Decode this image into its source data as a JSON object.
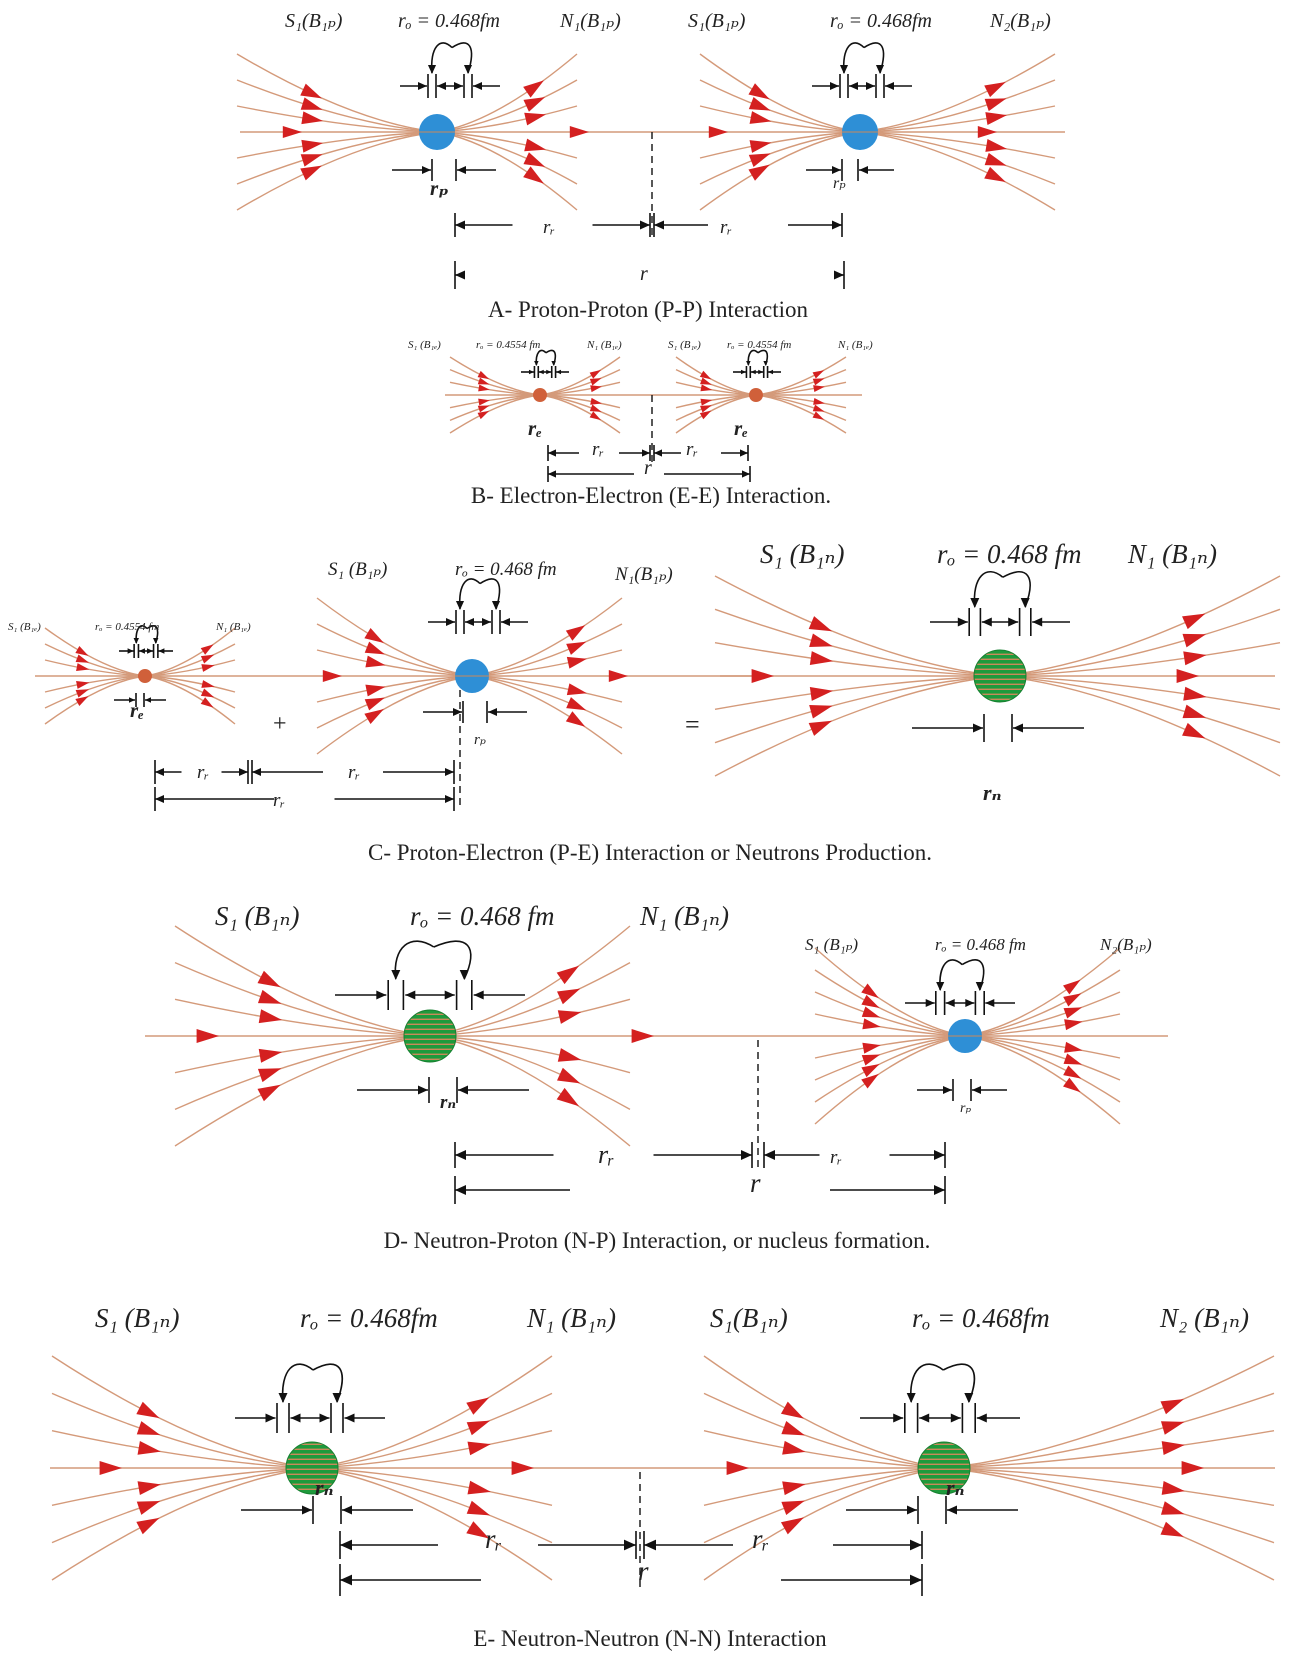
{
  "panels": {
    "a": {
      "caption": "A- Proton-Proton (P-P) Interaction",
      "left_s": "S₁(B₁ₚ)",
      "left_ro": "rₒ = 0.468fm",
      "left_n": "N₁(B₁ₚ)",
      "right_s": "S₁(B₁ₚ)",
      "right_ro": "rₒ = 0.468fm",
      "right_n": "N₂(B₁ₚ)",
      "left_radius": "rₚ",
      "right_radius": "rₚ",
      "half_left": "rᵣ",
      "half_right": "rᵣ",
      "total": "r"
    },
    "b": {
      "caption": "B- Electron-Electron (E-E) Interaction.",
      "left_s": "S₁ (B₁ₑ)",
      "left_ro": "rₒ = 0.4554 fm",
      "left_n": "N₁ (B₁ₑ)",
      "right_s": "S₁ (B₁ₑ)",
      "right_ro": "rₒ = 0.4554 fm",
      "right_n": "N₁ (B₁ₑ)",
      "left_radius": "rₑ",
      "right_radius": "rₑ",
      "half_left": "rᵣ",
      "half_right": "rᵣ",
      "total": "r"
    },
    "c": {
      "caption": "C- Proton-Electron (P-E) Interaction or Neutrons Production.",
      "e_s": "S₁ (B₁ₑ)",
      "e_ro": "rₒ = 0.4554 fm",
      "e_n": "N₁ (B₁ₑ)",
      "e_radius": "rₑ",
      "plus": "+",
      "p_s": "S₁ (B₁ₚ)",
      "p_ro": "rₒ = 0.468 fm",
      "p_n": "N₁(B₁ₚ)",
      "p_radius": "rₚ",
      "equals": "=",
      "n_s": "S₁ (B₁ₙ)",
      "n_ro": "rₒ = 0.468  fm",
      "n_n": "N₁ (B₁ₙ)",
      "n_radius": "rₙ",
      "half_left": "rᵣ",
      "half_right": "rᵣ",
      "total": "rᵣ"
    },
    "d": {
      "caption": "D- Neutron-Proton (N-P) Interaction, or nucleus formation.",
      "left_s": "S₁ (B₁ₙ)",
      "left_ro": "rₒ = 0.468  fm",
      "left_n": "N₁ (B₁ₙ)",
      "right_s": "S₁ (B₁ₚ)",
      "right_ro": "rₒ = 0.468  fm",
      "right_n": "N₂(B₁ₚ)",
      "left_radius": "rₙ",
      "right_radius": "rₚ",
      "half_left": "rᵣ",
      "half_right": "rᵣ",
      "total": "r"
    },
    "e": {
      "caption": "E- Neutron-Neutron (N-N) Interaction",
      "left_s": "S₁ (B₁ₙ)",
      "left_ro": "rₒ = 0.468fm",
      "left_n": "N₁ (B₁ₙ)",
      "right_s": "S₁(B₁ₙ)",
      "right_ro": "rₒ = 0.468fm",
      "right_n": "N₂ (B₁ₙ)",
      "left_radius": "rₙ",
      "right_radius": "rₙ",
      "half_left": "rᵣ",
      "half_right": "rᵣ",
      "total": "r"
    }
  },
  "colors": {
    "proton": "#2e8fd6",
    "electron": "#d0603a",
    "neutron": "#1e9a3c",
    "field_line": "#d49a7a",
    "arrowhead": "#d42020"
  }
}
